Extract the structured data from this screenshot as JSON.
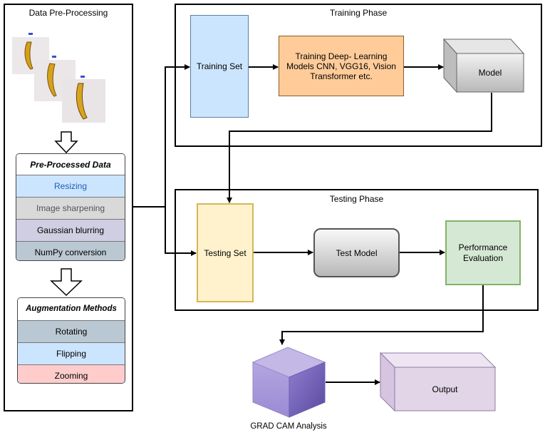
{
  "preprocessing": {
    "title": "Data Pre-Processing",
    "processed_header": "Pre-Processed Data",
    "processed_steps": [
      {
        "label": "Resizing",
        "color": "#cce5ff",
        "text_color": "#1a5fb4"
      },
      {
        "label": "Image sharpening",
        "color": "#d9d9d9",
        "text_color": "#555555"
      },
      {
        "label": "Gaussian blurring",
        "color": "#d0cee2",
        "text_color": "#000000"
      },
      {
        "label": "NumPy conversion",
        "color": "#bac8d3",
        "text_color": "#000000"
      }
    ],
    "augmentation_header": "Augmentation Methods",
    "augmentation_steps": [
      {
        "label": "Rotating",
        "color": "#bac8d3"
      },
      {
        "label": "Flipping",
        "color": "#cce5ff"
      },
      {
        "label": "Zooming",
        "color": "#ffcccc"
      }
    ]
  },
  "training": {
    "title": "Training Phase",
    "training_set": "Training Set",
    "models": "Training Deep- Learning Models CNN, VGG16, Vision Transformer etc.",
    "model": "Model"
  },
  "testing": {
    "title": "Testing Phase",
    "testing_set": "Testing Set",
    "test_model": "Test Model",
    "evaluation": "Performance Evaluation"
  },
  "gradcam": {
    "label": "GRAD CAM Analysis"
  },
  "output": {
    "label": "Output"
  },
  "colors": {
    "training_set": "#cce5ff",
    "models_box": "#ffcc99",
    "testing_set": "#fff2cc",
    "evaluation": "#d5e8d4",
    "output": "#e1d5e7",
    "gradcam_front": "#7a68c0",
    "gradcam_top": "#c4b8e6"
  }
}
